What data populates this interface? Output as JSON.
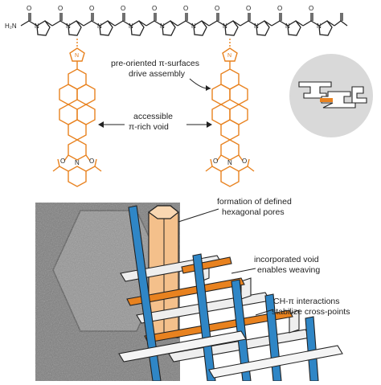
{
  "annotations": {
    "preoriented_line1": "pre-oriented π-surfaces",
    "preoriented_line2": "drive assembly",
    "void_line1": "accessible",
    "void_line2": "π-rich void",
    "pores_line1": "formation of defined",
    "pores_line2": "hexagonal pores",
    "weaving_line1": "incorporated void",
    "weaving_line2": "enables weaving",
    "chpi_line1": "CH-π interactions",
    "chpi_line2": "stabilize cross-points"
  },
  "atoms": {
    "h2n": "H₂N",
    "n": "N",
    "o": "O",
    "nh": "N",
    "triazole_n": "N"
  },
  "colors": {
    "black": "#222222",
    "orange": "#e8821f",
    "blue": "#2f86c6",
    "peach": "#f4c08b",
    "gray_bg": "#d9d9d9"
  }
}
